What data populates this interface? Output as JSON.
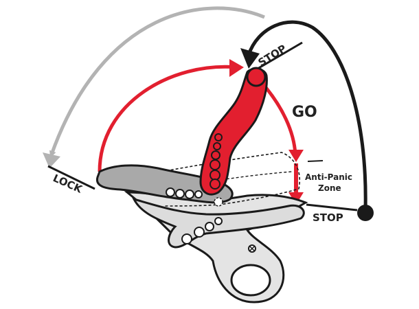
{
  "labels": {
    "stop_top": "STOP",
    "go": "GO",
    "anti_panic_line1": "Anti-Panic",
    "anti_panic_line2": "Zone",
    "stop_bottom": "STOP",
    "lock": "LOCK"
  },
  "colors": {
    "red": "#e21f2f",
    "red_dark": "#b5121e",
    "gray_arrow": "#b3b3b3",
    "black": "#1a1a1a",
    "device_fill": "#dcdcdc",
    "device_dark": "#a9a9a9"
  }
}
